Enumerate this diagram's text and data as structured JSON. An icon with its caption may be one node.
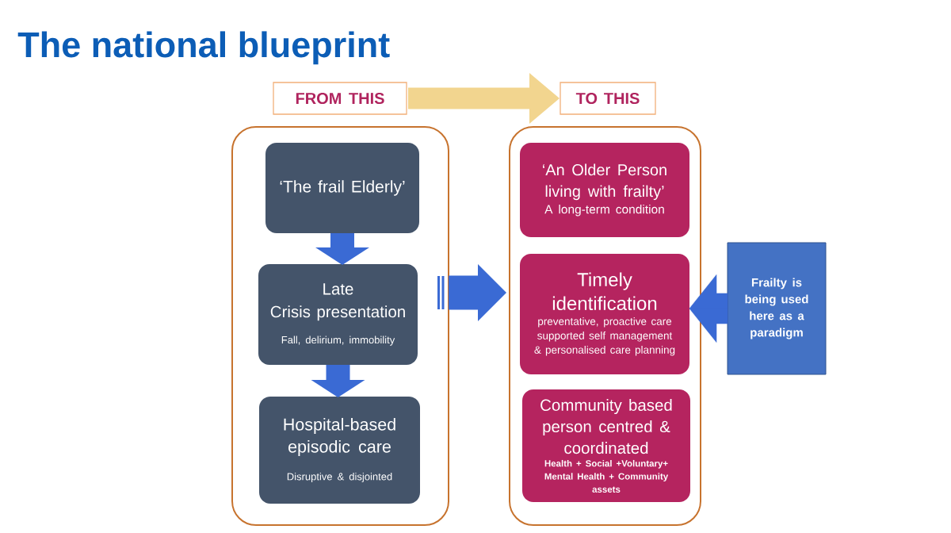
{
  "diagram": {
    "title": "The national blueprint",
    "nodes": [
      {
        "text": [
          "FROM THIS"
        ]
      },
      {
        "text": [
          "TO THIS"
        ]
      },
      {
        "text": [],
        "shape": "box"
      },
      {
        "text": [
          "‘The frail Elderly’"
        ],
        "in": 2
      },
      {
        "text": [
          "Late Crisis presentation",
          "Fall, delirium, immobility"
        ],
        "in": 2
      },
      {
        "text": [
          "Hospital-based episodic care",
          "Disruptive & disjointed"
        ],
        "in": 2
      },
      {
        "text": [],
        "shape": "box"
      },
      {
        "text": [
          "‘An Older Person living with frailty’",
          "A long-term condition"
        ],
        "in": 6
      },
      {
        "text": [
          "Timely identification",
          "preventative, proactive care supported self management & personalised care planning"
        ],
        "in": 6
      },
      {
        "text": [
          "Community based person centred & coordinated",
          "Health + Social +Voluntary+ Mental Health + Community assets"
        ],
        "in": 6
      },
      {
        "text": [
          "Frailty is being used here as a paradigm"
        ]
      }
    ],
    "edges": [
      {
        "from": 0,
        "to": 1,
        "arrow": "to",
        "color": "#f2d58f"
      },
      {
        "from": 3,
        "to": 4,
        "arrow": "to"
      },
      {
        "from": 4,
        "to": 5,
        "arrow": "to"
      },
      {
        "from": 2,
        "to": 6,
        "arrow": "to"
      },
      {
        "from": 10,
        "to": 8,
        "arrow": "to"
      }
    ]
  }
}
